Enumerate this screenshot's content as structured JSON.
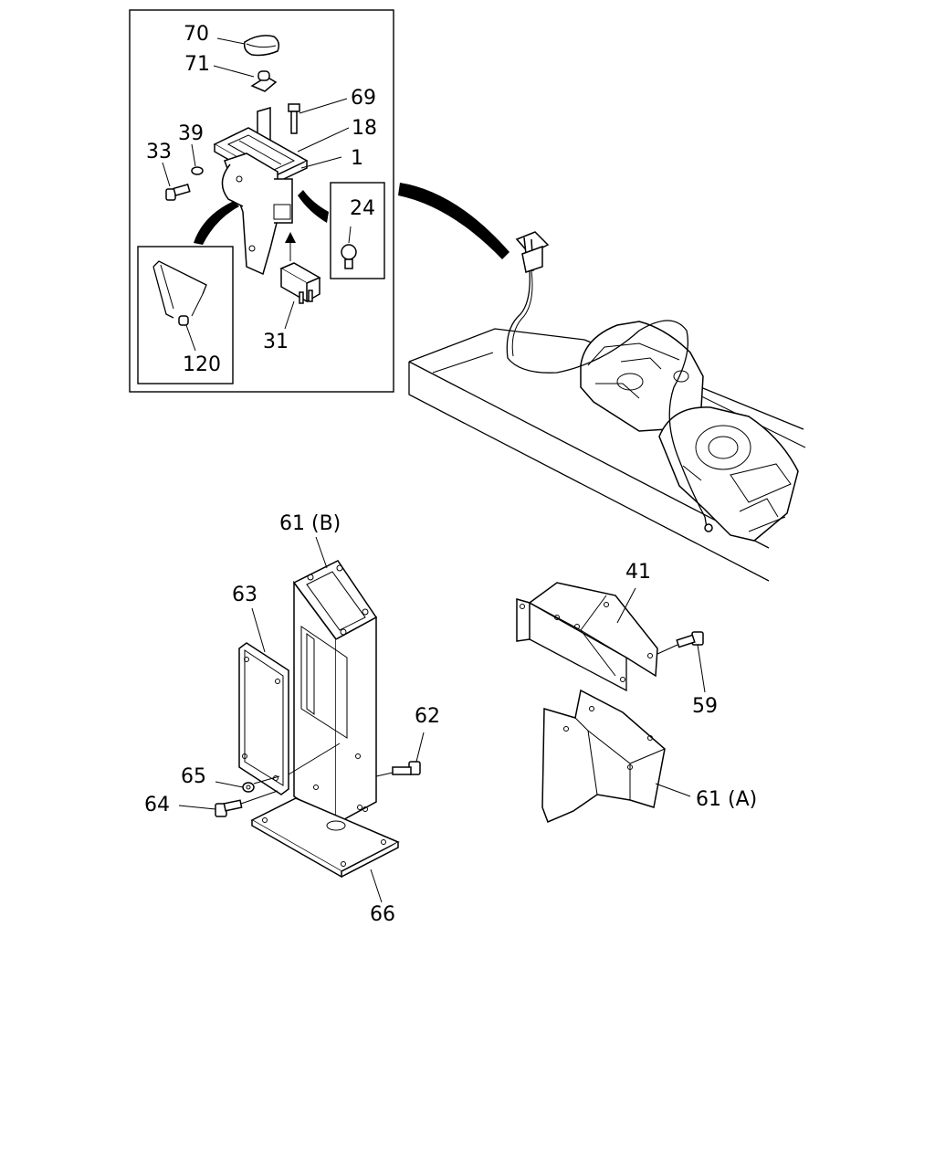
{
  "diagram": {
    "callouts": {
      "c70": "70",
      "c71": "71",
      "c69": "69",
      "c18": "18",
      "c39": "39",
      "c33": "33",
      "c1": "1",
      "c24": "24",
      "c31": "31",
      "c120": "120",
      "c61b": "61 (B)",
      "c63": "63",
      "c41": "41",
      "c62": "62",
      "c59": "59",
      "c65": "65",
      "c64": "64",
      "c61a": "61 (A)",
      "c66": "66"
    }
  }
}
